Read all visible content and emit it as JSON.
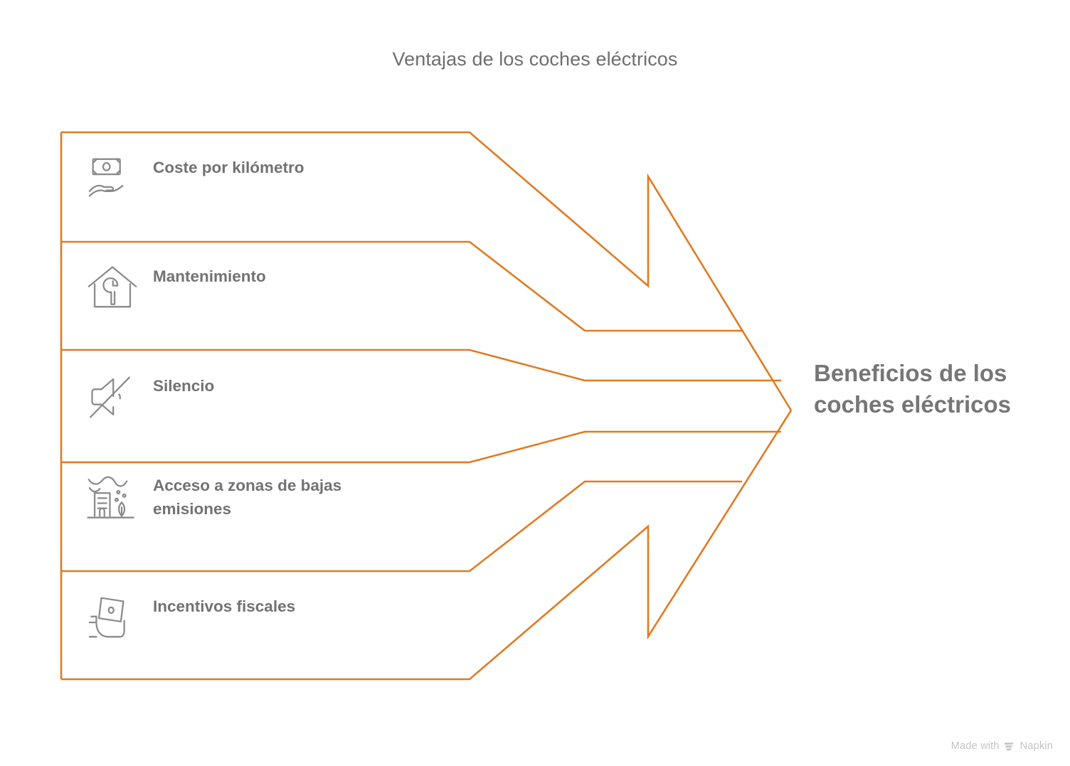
{
  "title": "Ventajas de los coches eléctricos",
  "colors": {
    "arrow_stroke": "#E07B22",
    "title_text": "#6E6E6E",
    "label_text": "#727272",
    "outcome_text": "#767676",
    "icon_stroke": "#8A8A8A",
    "background": "#FFFFFF",
    "footer_text": "#C3C3C3"
  },
  "items": [
    {
      "label": "Coste por kilómetro",
      "icon": "hand-holding-money-icon"
    },
    {
      "label": "Mantenimiento",
      "icon": "house-wrench-icon"
    },
    {
      "label": "Silencio",
      "icon": "speaker-muted-icon"
    },
    {
      "label": "Acceso a zonas de bajas emisiones",
      "icon": "city-smog-icon"
    },
    {
      "label": "Incentivos fiscales",
      "icon": "hand-holding-banknote-icon"
    }
  ],
  "outcome": {
    "label": "Beneficios de los coches eléctricos"
  },
  "footer": {
    "made_with": "Made with",
    "brand": "Napkin"
  }
}
